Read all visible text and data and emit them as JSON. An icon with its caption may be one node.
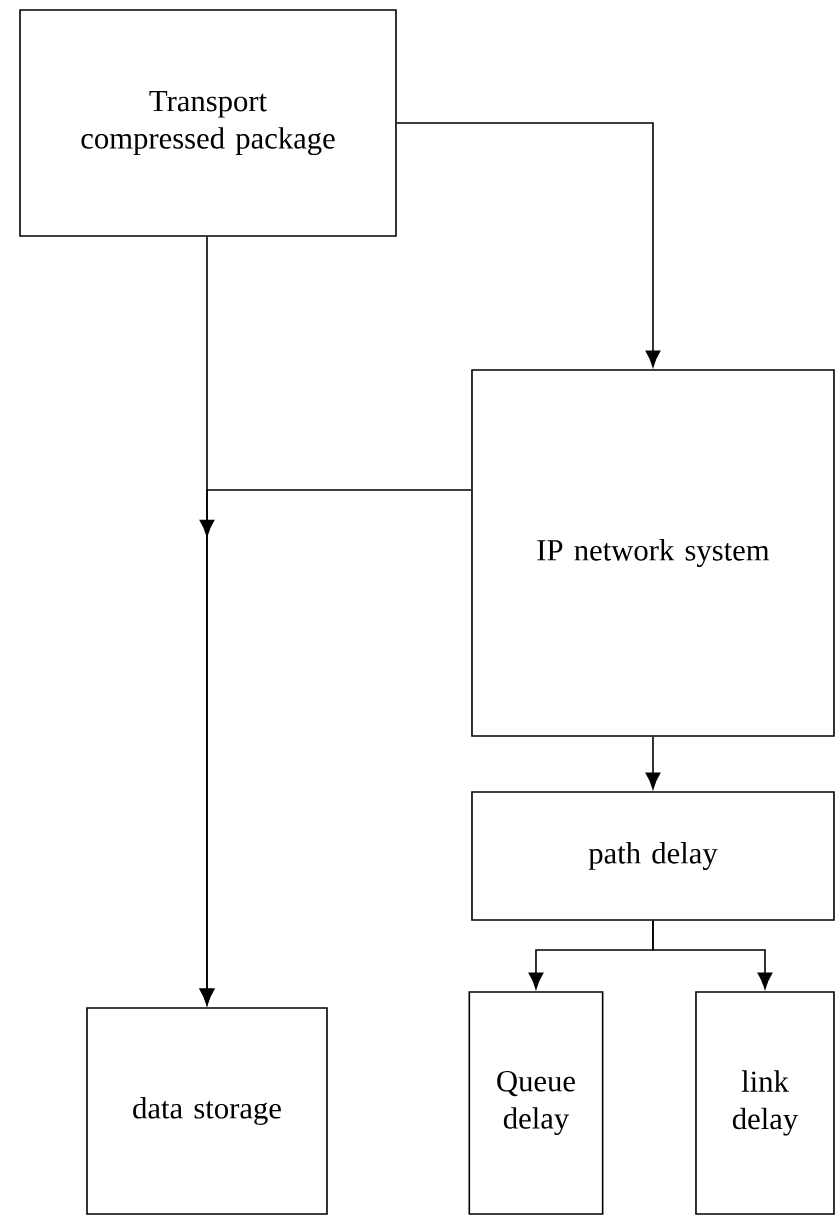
{
  "diagram": {
    "nodes": [
      {
        "text": [
          "Transport compressed package"
        ]
      },
      {
        "text": [
          "IP network system"
        ]
      },
      {
        "text": [
          "path delay"
        ]
      },
      {
        "text": [
          "data storage"
        ]
      },
      {
        "text": [
          "Queue delay"
        ]
      },
      {
        "text": [
          "link delay"
        ]
      }
    ],
    "edges": [
      {
        "from": 0,
        "to": 1,
        "arrow": "to"
      },
      {
        "from": 0,
        "to": 3,
        "arrow": "to"
      },
      {
        "from": 1,
        "to": 3,
        "arrow": "to"
      },
      {
        "from": 1,
        "to": 2,
        "arrow": "to"
      },
      {
        "from": 2,
        "to": 4,
        "arrow": "to"
      },
      {
        "from": 2,
        "to": 5,
        "arrow": "to"
      }
    ]
  }
}
